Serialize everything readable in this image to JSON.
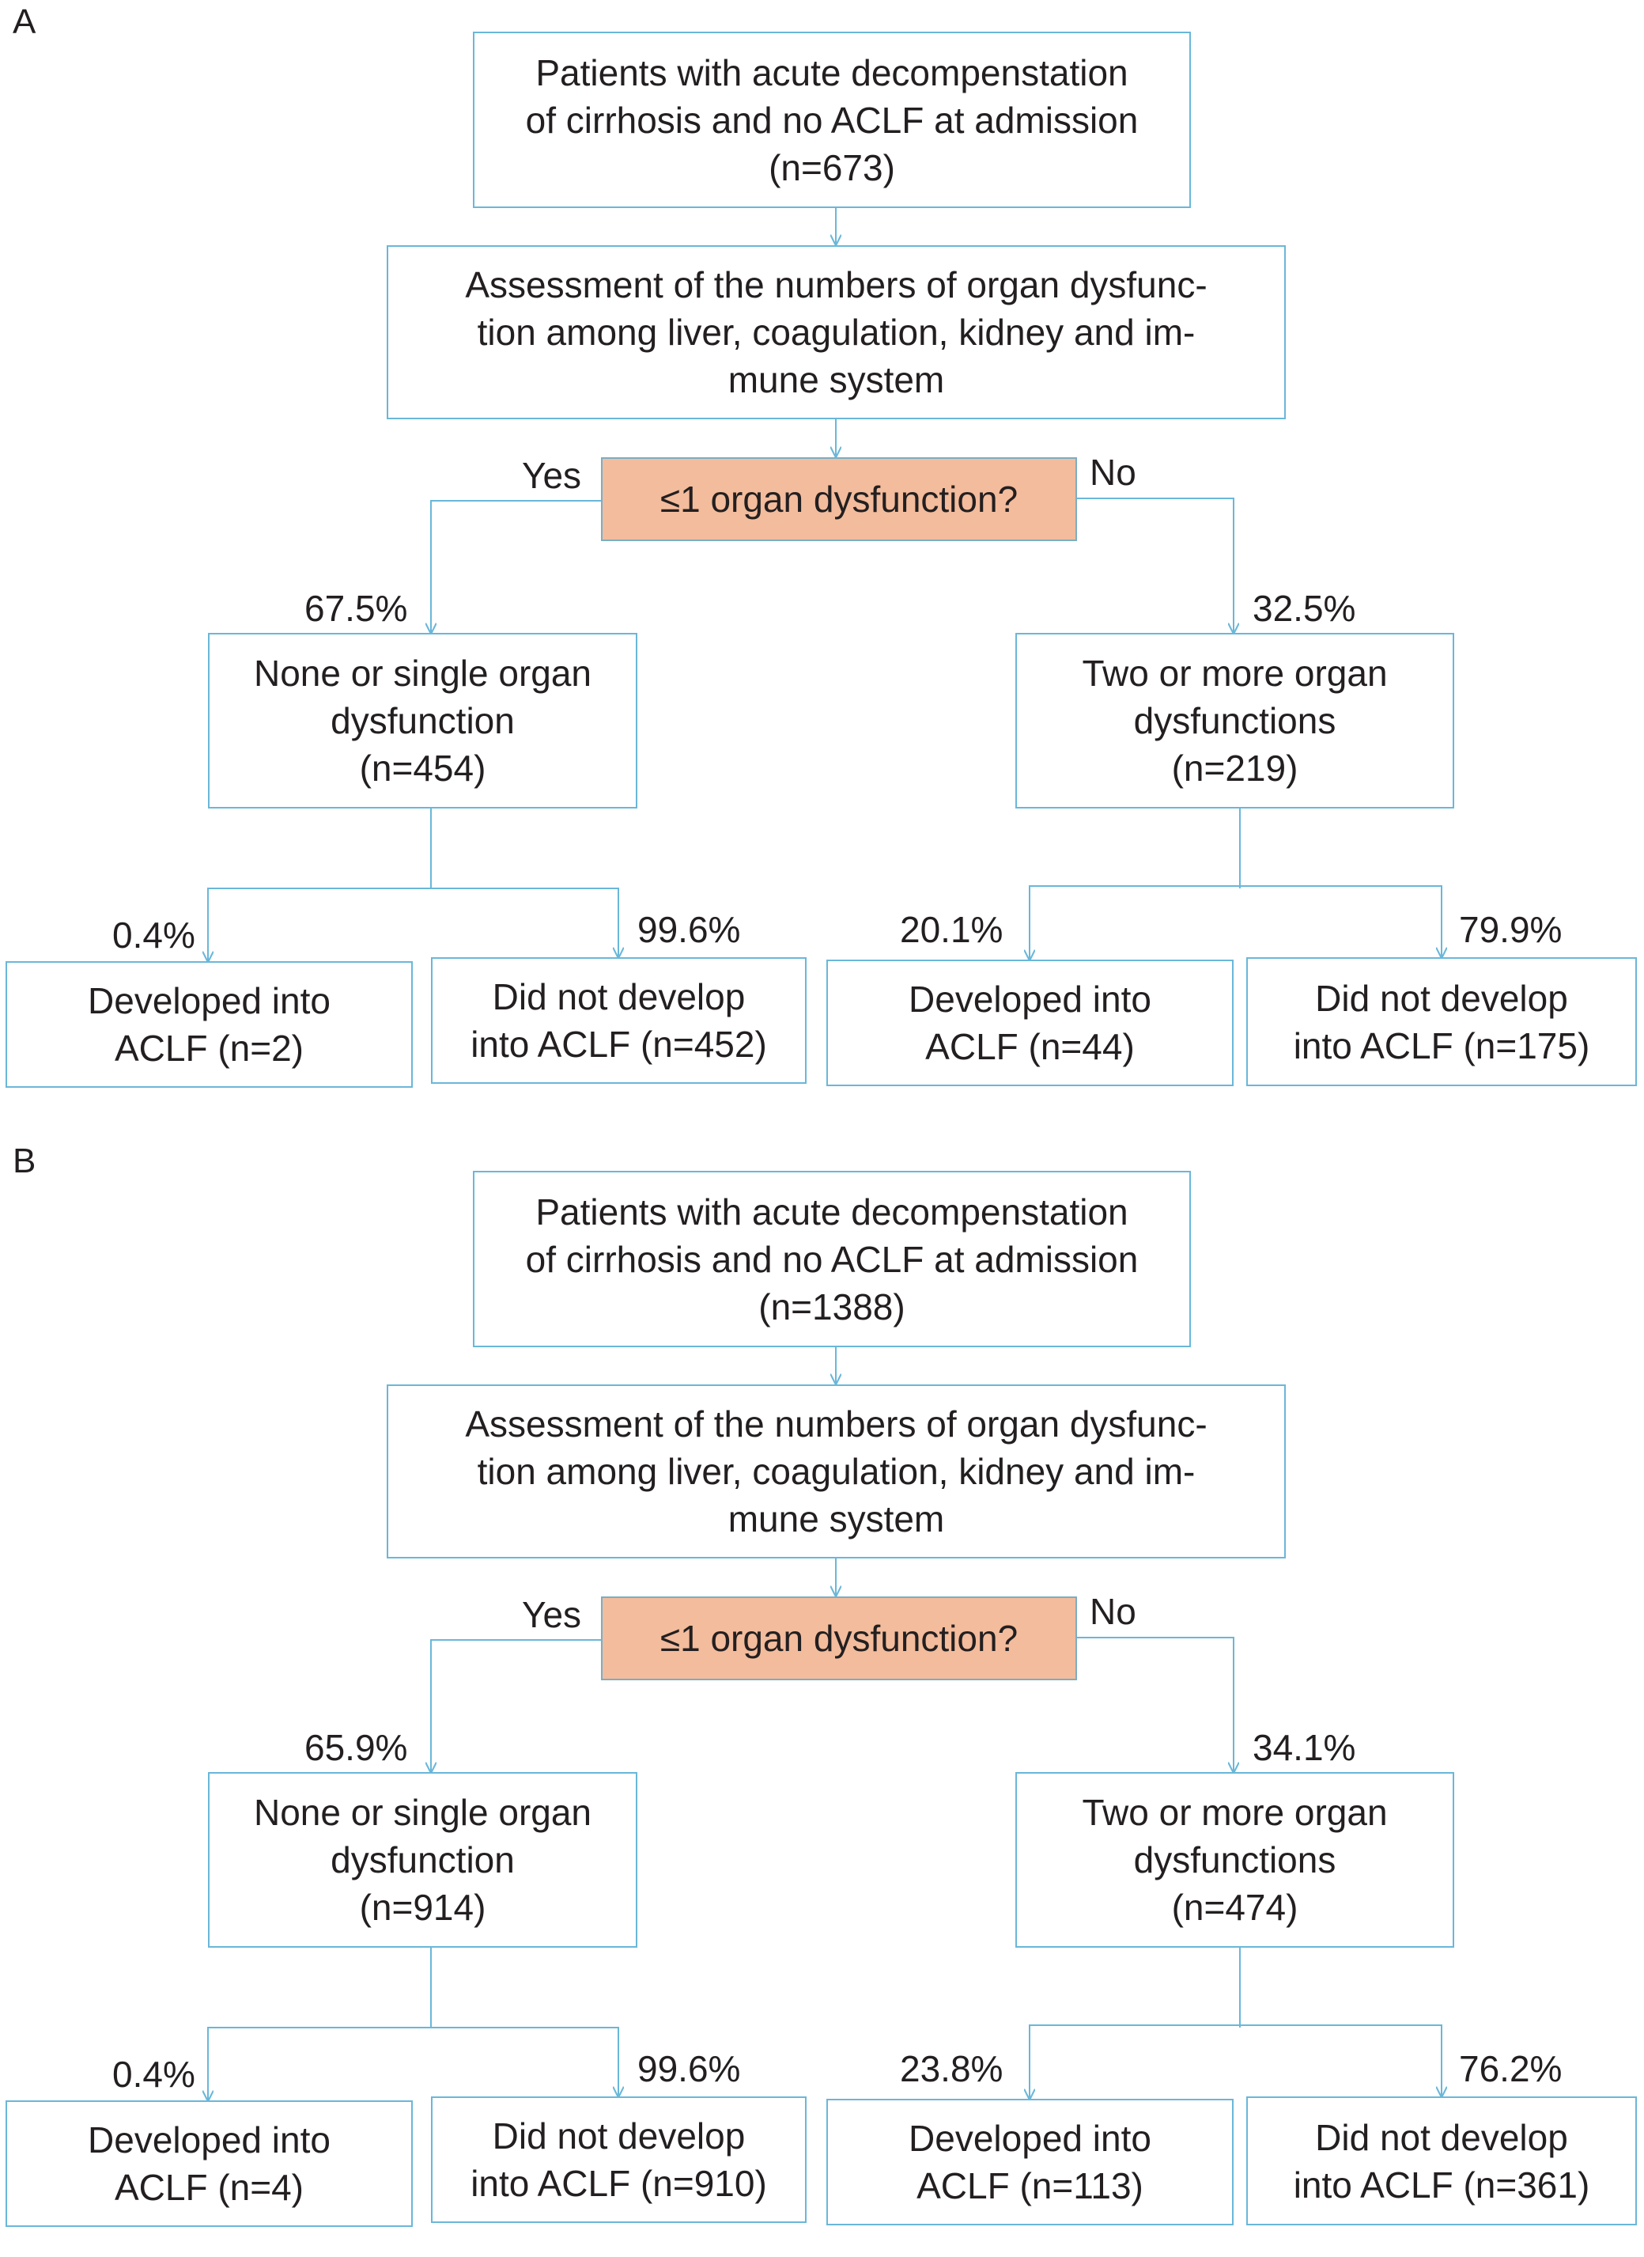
{
  "colors": {
    "line": "#6ab7d9",
    "decision_fill": "#f3bc9c",
    "text": "#231f20"
  },
  "panels": [
    {
      "label": "A",
      "start": "Patients with acute decompenstation\nof cirrhosis and no ACLF at admission\n(n=673)",
      "assessment": "Assessment of the numbers of organ dysfunc-\ntion among liver, coagulation, kidney and im-\nmune system",
      "decision": "≤1 organ dysfunction?",
      "yes_label": "Yes",
      "no_label": "No",
      "left": {
        "pct": "67.5%",
        "box": "None or single organ\ndysfunction\n(n=454)",
        "developed_pct": "0.4%",
        "developed": "Developed into\nACLF (n=2)",
        "not_developed_pct": "99.6%",
        "not_developed": "Did not develop\ninto ACLF (n=452)"
      },
      "right": {
        "pct": "32.5%",
        "box": "Two or more organ\ndysfunctions\n(n=219)",
        "developed_pct": "20.1%",
        "developed": "Developed into\nACLF (n=44)",
        "not_developed_pct": "79.9%",
        "not_developed": "Did not develop\ninto ACLF (n=175)"
      }
    },
    {
      "label": "B",
      "start": "Patients with acute decompenstation\nof cirrhosis and no ACLF at admission\n(n=1388)",
      "assessment": "Assessment of the numbers of organ dysfunc-\ntion among liver, coagulation, kidney and im-\nmune system",
      "decision": "≤1 organ dysfunction?",
      "yes_label": "Yes",
      "no_label": "No",
      "left": {
        "pct": "65.9%",
        "box": "None or single organ\ndysfunction\n(n=914)",
        "developed_pct": "0.4%",
        "developed": "Developed into\nACLF (n=4)",
        "not_developed_pct": "99.6%",
        "not_developed": "Did not develop\ninto ACLF (n=910)"
      },
      "right": {
        "pct": "34.1%",
        "box": "Two or more organ\ndysfunctions\n(n=474)",
        "developed_pct": "23.8%",
        "developed": "Developed into\nACLF (n=113)",
        "not_developed_pct": "76.2%",
        "not_developed": "Did not develop\ninto ACLF (n=361)"
      }
    }
  ]
}
